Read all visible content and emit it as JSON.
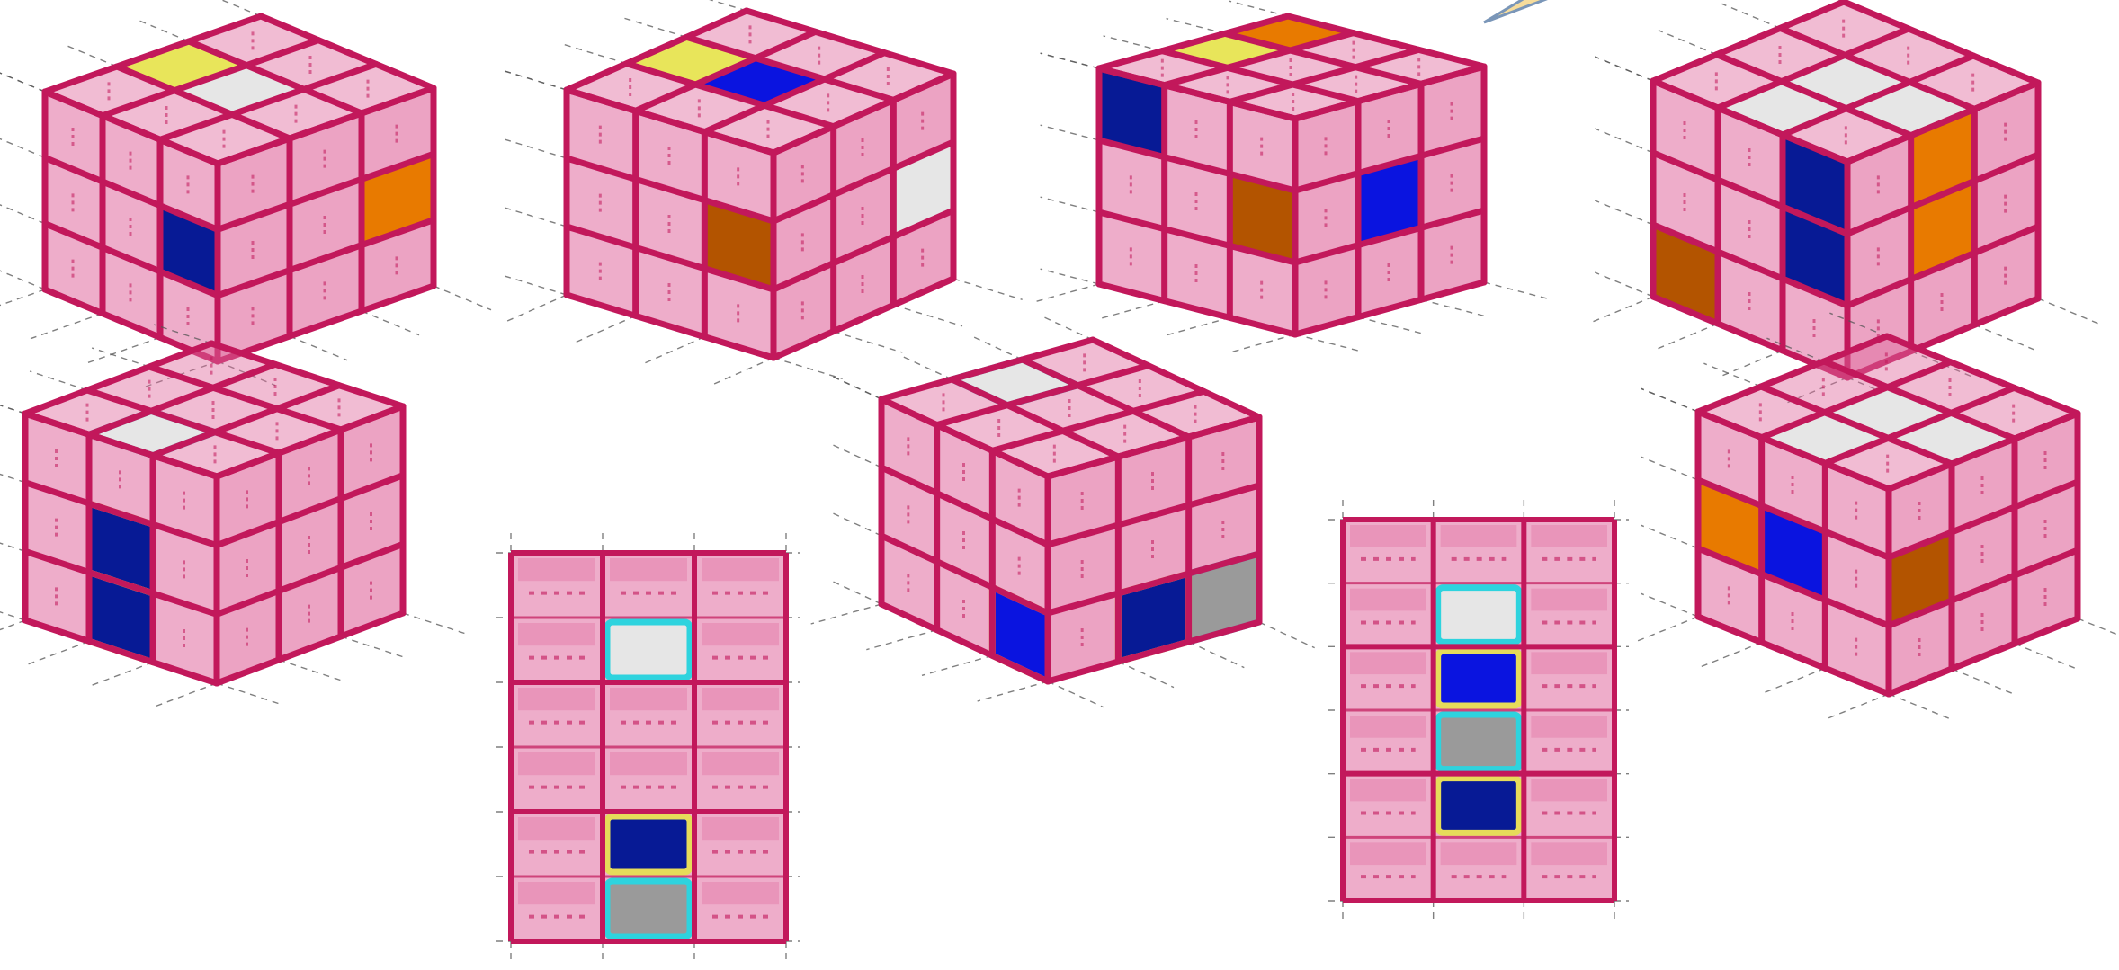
{
  "colors": {
    "frame": "#c2185b",
    "dashed": "#555555",
    "translucent_fill": "#e06a9e",
    "yellow": "#e8e55a",
    "white": "#e6e6e6",
    "dark_blue": "#071a95",
    "bright_blue": "#0a14e0",
    "orange": "#e87a00",
    "brown_orange": "#b35400",
    "gray": "#9a9a9a",
    "outline_cyan": "#2ed3de",
    "outline_yellow": "#e6dc5a",
    "arrow_fill": "#f6dc9c"
  },
  "panels": [
    {
      "id": "top-1",
      "view": "isometric",
      "stickers": [
        {
          "face": "top",
          "i": 1,
          "j": 0,
          "color": "yellow"
        },
        {
          "face": "top",
          "i": 1,
          "j": 1,
          "color": "white"
        },
        {
          "face": "left",
          "i": 2,
          "j": 1,
          "color": "dark_blue"
        },
        {
          "face": "right",
          "i": 0,
          "j": 1,
          "color": "orange"
        }
      ]
    },
    {
      "id": "top-2",
      "view": "isometric",
      "stickers": [
        {
          "face": "top",
          "i": 1,
          "j": 0,
          "color": "yellow"
        },
        {
          "face": "top",
          "i": 1,
          "j": 1,
          "color": "bright_blue"
        },
        {
          "face": "left",
          "i": 2,
          "j": 1,
          "color": "brown_orange"
        },
        {
          "face": "right",
          "i": 0,
          "j": 1,
          "color": "white"
        }
      ]
    },
    {
      "id": "top-3",
      "view": "isometric",
      "stickers": [
        {
          "face": "top",
          "i": 0,
          "j": 0,
          "color": "orange"
        },
        {
          "face": "top",
          "i": 1,
          "j": 0,
          "color": "yellow"
        },
        {
          "face": "left",
          "i": 0,
          "j": 0,
          "color": "dark_blue"
        },
        {
          "face": "left",
          "i": 2,
          "j": 1,
          "color": "brown_orange"
        },
        {
          "face": "right",
          "i": 1,
          "j": 1,
          "color": "bright_blue"
        }
      ]
    },
    {
      "id": "top-4",
      "view": "isometric",
      "stickers": [
        {
          "face": "top",
          "i": 1,
          "j": 1,
          "color": "white"
        },
        {
          "face": "top",
          "i": 2,
          "j": 1,
          "color": "white"
        },
        {
          "face": "top",
          "i": 1,
          "j": 2,
          "color": "white"
        },
        {
          "face": "left",
          "i": 2,
          "j": 0,
          "color": "dark_blue"
        },
        {
          "face": "left",
          "i": 2,
          "j": 1,
          "color": "dark_blue"
        },
        {
          "face": "left",
          "i": 0,
          "j": 2,
          "color": "brown_orange"
        },
        {
          "face": "right",
          "i": 1,
          "j": 0,
          "color": "orange"
        },
        {
          "face": "right",
          "i": 1,
          "j": 1,
          "color": "orange"
        }
      ]
    },
    {
      "id": "bottom-1",
      "view": "isometric",
      "stickers": [
        {
          "face": "top",
          "i": 2,
          "j": 1,
          "color": "white",
          "outline": "outline_cyan"
        },
        {
          "face": "left",
          "i": 1,
          "j": 1,
          "color": "dark_blue",
          "outline": "outline_yellow"
        },
        {
          "face": "left",
          "i": 1,
          "j": 2,
          "color": "dark_blue",
          "outline": "outline_yellow"
        }
      ]
    },
    {
      "id": "bottom-2",
      "view": "front",
      "stickers": [
        {
          "row": 1,
          "col": 1,
          "color": "white",
          "outline": "outline_cyan"
        },
        {
          "row": 4,
          "col": 1,
          "color": "dark_blue",
          "outline": "outline_yellow"
        },
        {
          "row": 5,
          "col": 1,
          "color": "gray",
          "outline": "outline_cyan"
        }
      ]
    },
    {
      "id": "bottom-3",
      "view": "isometric",
      "stickers": [
        {
          "face": "top",
          "i": 1,
          "j": 0,
          "color": "white",
          "outline": "outline_cyan"
        },
        {
          "face": "left",
          "i": 2,
          "j": 2,
          "color": "bright_blue",
          "outline": "outline_yellow"
        },
        {
          "face": "right",
          "i": 0,
          "j": 2,
          "color": "gray",
          "outline": "outline_cyan"
        },
        {
          "face": "right",
          "i": 1,
          "j": 2,
          "color": "dark_blue",
          "outline": "outline_yellow"
        }
      ]
    },
    {
      "id": "bottom-4",
      "view": "front",
      "stickers": [
        {
          "row": 1,
          "col": 1,
          "color": "white",
          "outline": "outline_cyan"
        },
        {
          "row": 2,
          "col": 1,
          "color": "bright_blue",
          "outline": "outline_yellow"
        },
        {
          "row": 3,
          "col": 1,
          "color": "gray",
          "outline": "outline_cyan"
        },
        {
          "row": 4,
          "col": 1,
          "color": "dark_blue",
          "outline": "outline_yellow"
        }
      ]
    },
    {
      "id": "bottom-5",
      "view": "isometric",
      "stickers": [
        {
          "face": "top",
          "i": 1,
          "j": 1,
          "color": "white"
        },
        {
          "face": "top",
          "i": 2,
          "j": 1,
          "color": "white"
        },
        {
          "face": "top",
          "i": 1,
          "j": 2,
          "color": "white"
        },
        {
          "face": "left",
          "i": 0,
          "j": 1,
          "color": "orange"
        },
        {
          "face": "left",
          "i": 1,
          "j": 1,
          "color": "bright_blue"
        },
        {
          "face": "right",
          "i": 2,
          "j": 1,
          "color": "brown_orange"
        }
      ]
    }
  ]
}
